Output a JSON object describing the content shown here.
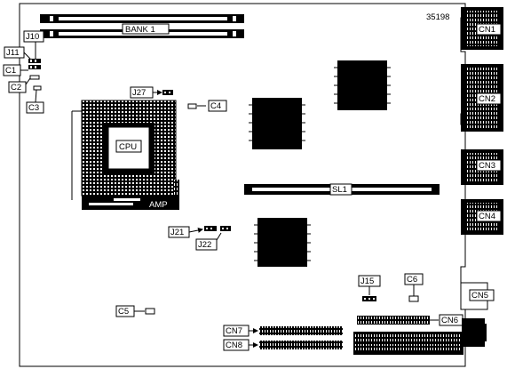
{
  "figure_id": "35198",
  "components": {
    "bank1": "BANK 1",
    "cpu": "CPU",
    "amp": "AMP",
    "sl1": "SL1"
  },
  "connectors": {
    "cn1": "CN1",
    "cn2": "CN2",
    "cn3": "CN3",
    "cn4": "CN4",
    "cn5": "CN5",
    "cn6": "CN6",
    "cn7": "CN7",
    "cn8": "CN8"
  },
  "jumpers": {
    "j10": "J10",
    "j11": "J11",
    "j15": "J15",
    "j21": "J21",
    "j22": "J22",
    "j27": "J27"
  },
  "capacitors": {
    "c1": "C1",
    "c2": "C2",
    "c3": "C3",
    "c4": "C4",
    "c5": "C5",
    "c6": "C6"
  }
}
